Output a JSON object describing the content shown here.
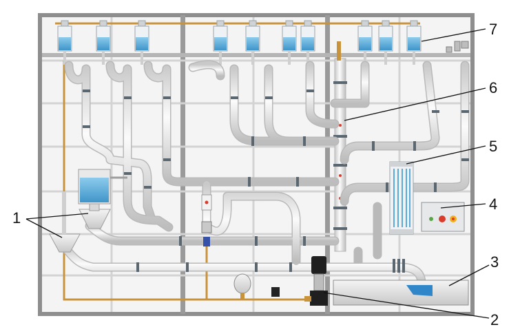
{
  "diagram": {
    "callouts": [
      {
        "id": "1",
        "label": "1"
      },
      {
        "id": "2",
        "label": "2"
      },
      {
        "id": "3",
        "label": "3"
      },
      {
        "id": "4",
        "label": "4"
      },
      {
        "id": "5",
        "label": "5"
      },
      {
        "id": "6",
        "label": "6"
      },
      {
        "id": "7",
        "label": "7"
      }
    ],
    "colors": {
      "frame": "#9a9a9a",
      "frame_fill": "#f2f2f2",
      "pipe": "#e3e3e3",
      "pipe_edge": "#b8b8b8",
      "copper": "#c8933b",
      "water": "#5aa9d6",
      "joint": "#5b6770",
      "pump": "#222222",
      "panel": "#e6e8ea",
      "valve_red": "#d93c2b",
      "lamp_yellow": "#f2b01e",
      "lamp_green": "#58a447"
    },
    "icons": [
      "siphon-icon",
      "cistern-icon",
      "pump-icon",
      "tank-icon",
      "control-panel-icon",
      "filter-icon",
      "riser-icon",
      "dosing-container-icon"
    ]
  }
}
